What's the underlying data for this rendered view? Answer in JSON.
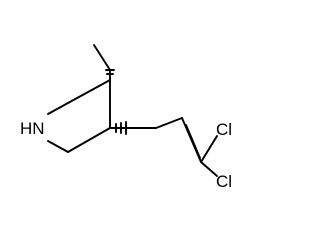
{
  "molecule": {
    "atoms": {
      "nitrogen": "HN",
      "chlorine_upper": "Cl",
      "chlorine_lower": "Cl"
    }
  }
}
